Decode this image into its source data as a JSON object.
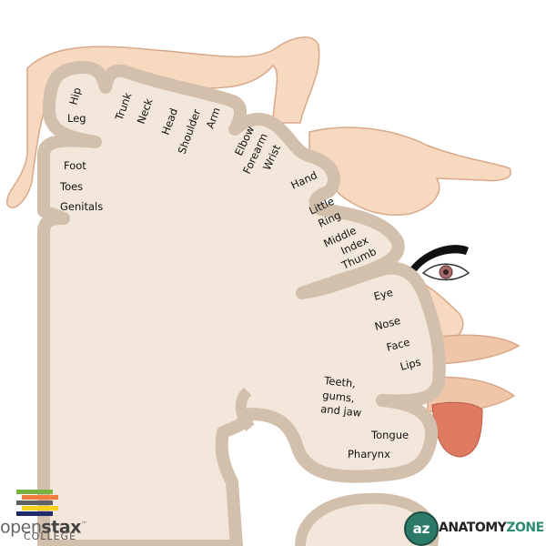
{
  "labels": {
    "hip": "Hip",
    "leg": "Leg",
    "trunk": "Trunk",
    "neck": "Neck",
    "head": "Head",
    "shoulder": "Shoulder",
    "arm": "Arm",
    "elbow": "Elbow",
    "forearm": "Forearm",
    "wrist": "Wrist",
    "hand": "Hand",
    "little": "Little",
    "ring": "Ring",
    "middle": "Middle",
    "index": "Index",
    "thumb": "Thumb",
    "eye": "Eye",
    "nose": "Nose",
    "face": "Face",
    "lips": "Lips",
    "teeth_1": "Teeth,",
    "teeth_2": "gums,",
    "teeth_3": "and jaw",
    "tongue": "Tongue",
    "pharynx": "Pharynx",
    "foot": "Foot",
    "toes": "Toes",
    "genitals": "Genitals"
  },
  "logos": {
    "openstax_word_1": "open",
    "openstax_word_2": "stax",
    "openstax_tm": "™",
    "openstax_college": "COLLEGE",
    "az_mark": "az",
    "az_anatomy": "ANATOMY",
    "az_zone": "ZONE"
  },
  "colors": {
    "cortex_fill": "#f3e6da",
    "cortex_band": "#d2bfac",
    "skin": "#f7d9bf",
    "tongue": "#de7a5f"
  }
}
